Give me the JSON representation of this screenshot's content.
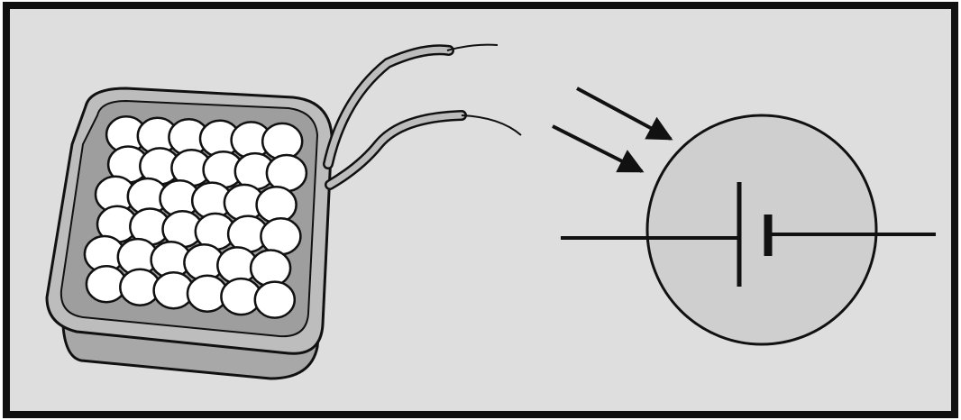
{
  "diagram": {
    "kind": "photocell-with-circuit-symbol",
    "components": [
      {
        "name": "solar-cell-module",
        "cell_columns": 6,
        "cell_rows": 6,
        "wire_count": 2
      },
      {
        "name": "incident-light-arrows",
        "count": 2
      },
      {
        "name": "photovoltaic-cell-symbol",
        "symbol": "battery-in-circle"
      }
    ],
    "colors": {
      "background": "#dedede",
      "border": "#111111",
      "stroke": "#111111",
      "cell_fill": "#ffffff",
      "module_tray": "#bdbdbd",
      "symbol_fill": "#cfcfcf"
    }
  }
}
